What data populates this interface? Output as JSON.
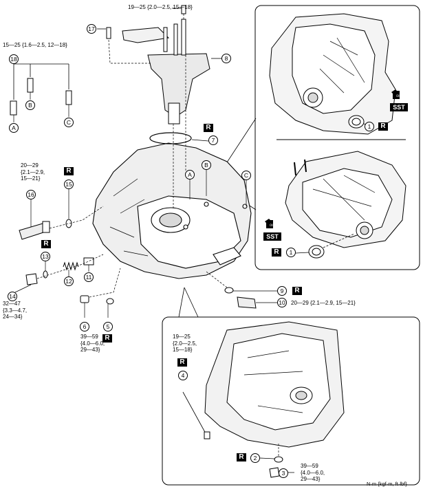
{
  "torques": {
    "t19_top": "19—25 {2.0—2.5, 15—18}",
    "t15": "15—25 {1.6—2.5, 12—18}",
    "t20_left": "20—29\n{2.1—2.9,\n15—21}",
    "t32": "32—47\n{3.3—4.7,\n24—34}",
    "t39_left": "39—59\n{4.0—6.0,\n29—43}",
    "t20_right": "20—29 {2.1—2.9, 15—21}",
    "t19_panel": "19—25\n{2.0—2.5,\n15—18}",
    "t39_panel": "39—59\n{4.0—6.0,\n29—43}"
  },
  "callouts": {
    "n1": "1",
    "n2": "2",
    "n3": "3",
    "n4": "4",
    "n5": "5",
    "n6": "6",
    "n7": "7",
    "n8": "8",
    "n9": "9",
    "n10": "10",
    "n11": "11",
    "n12": "12",
    "n13": "13",
    "n14": "14",
    "n15": "15",
    "n16": "16",
    "n17": "17",
    "n18": "18",
    "A": "A",
    "B": "B",
    "C": "C"
  },
  "marks": {
    "replace": "R",
    "sst": "SST",
    "oil": "OIL"
  },
  "units_note": "N·m {kgf·m, ft·lbf}",
  "colors": {
    "line": "#000000",
    "fill": "#ffffff",
    "shade": "#d9d9d9"
  }
}
